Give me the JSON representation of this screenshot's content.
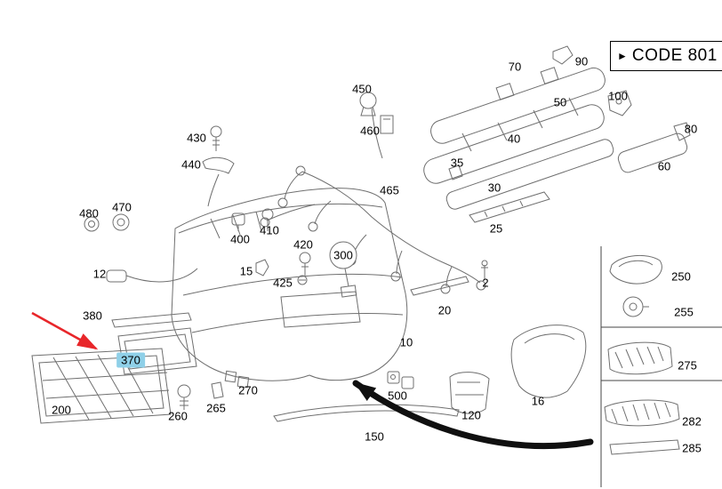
{
  "code_box": {
    "arrow": "►",
    "label": "CODE 801"
  },
  "colors": {
    "highlight": "#8fd0e8",
    "arrow_red": "#e8262a",
    "ink": "#101010",
    "line": "#6f6f6f"
  },
  "selected_part": "370",
  "labels": [
    {
      "num": "450"
    },
    {
      "num": "460"
    },
    {
      "num": "430"
    },
    {
      "num": "440"
    },
    {
      "num": "70"
    },
    {
      "num": "90"
    },
    {
      "num": "50"
    },
    {
      "num": "100"
    },
    {
      "num": "80"
    },
    {
      "num": "60"
    },
    {
      "num": "40"
    },
    {
      "num": "35"
    },
    {
      "num": "30"
    },
    {
      "num": "25"
    },
    {
      "num": "465"
    },
    {
      "num": "480"
    },
    {
      "num": "470"
    },
    {
      "num": "400"
    },
    {
      "num": "410"
    },
    {
      "num": "420"
    },
    {
      "num": "425"
    },
    {
      "num": "300"
    },
    {
      "num": "12"
    },
    {
      "num": "15"
    },
    {
      "num": "2"
    },
    {
      "num": "20"
    },
    {
      "num": "380"
    },
    {
      "num": "370"
    },
    {
      "num": "10"
    },
    {
      "num": "200"
    },
    {
      "num": "260"
    },
    {
      "num": "265"
    },
    {
      "num": "270"
    },
    {
      "num": "500"
    },
    {
      "num": "120"
    },
    {
      "num": "16"
    },
    {
      "num": "150"
    },
    {
      "num": "250"
    },
    {
      "num": "255"
    },
    {
      "num": "275"
    },
    {
      "num": "282"
    },
    {
      "num": "285"
    }
  ]
}
